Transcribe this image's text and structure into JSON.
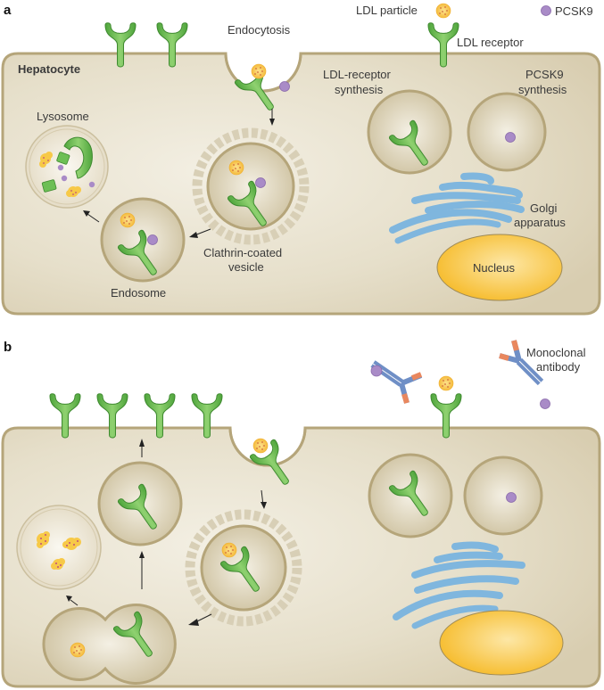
{
  "colors": {
    "cell_fill": "#e8e1cf",
    "cell_border": "#b5a57a",
    "vesicle_fill": "#d9cfb4",
    "receptor_green": "#5fb548",
    "receptor_stroke": "#3f8a30",
    "ldl_yellow": "#f7c948",
    "pcsk9_purple": "#a98bc7",
    "golgi_blue": "#7fb6de",
    "nucleus_yellow": "#f9c53f",
    "antibody_blue": "#6f8fc6",
    "antibody_orange": "#e9875e"
  },
  "panel_a": {
    "label": "a",
    "cell_label": "Hepatocyte",
    "labels": {
      "endocytosis": "Endocytosis",
      "ldl_particle": "LDL particle",
      "pcsk9_legend": "PCSK9",
      "ldl_receptor": "LDL receptor",
      "ldlr_synthesis_1": "LDL-receptor",
      "ldlr_synthesis_2": "synthesis",
      "pcsk9_synthesis_1": "PCSK9",
      "pcsk9_synthesis_2": "synthesis",
      "lysosome": "Lysosome",
      "clathrin_1": "Clathrin-coated",
      "clathrin_2": "vesicle",
      "endosome": "Endosome",
      "golgi_1": "Golgi",
      "golgi_2": "apparatus",
      "nucleus": "Nucleus"
    }
  },
  "panel_b": {
    "label": "b",
    "labels": {
      "antibody_1": "Monoclonal",
      "antibody_2": "antibody"
    }
  }
}
